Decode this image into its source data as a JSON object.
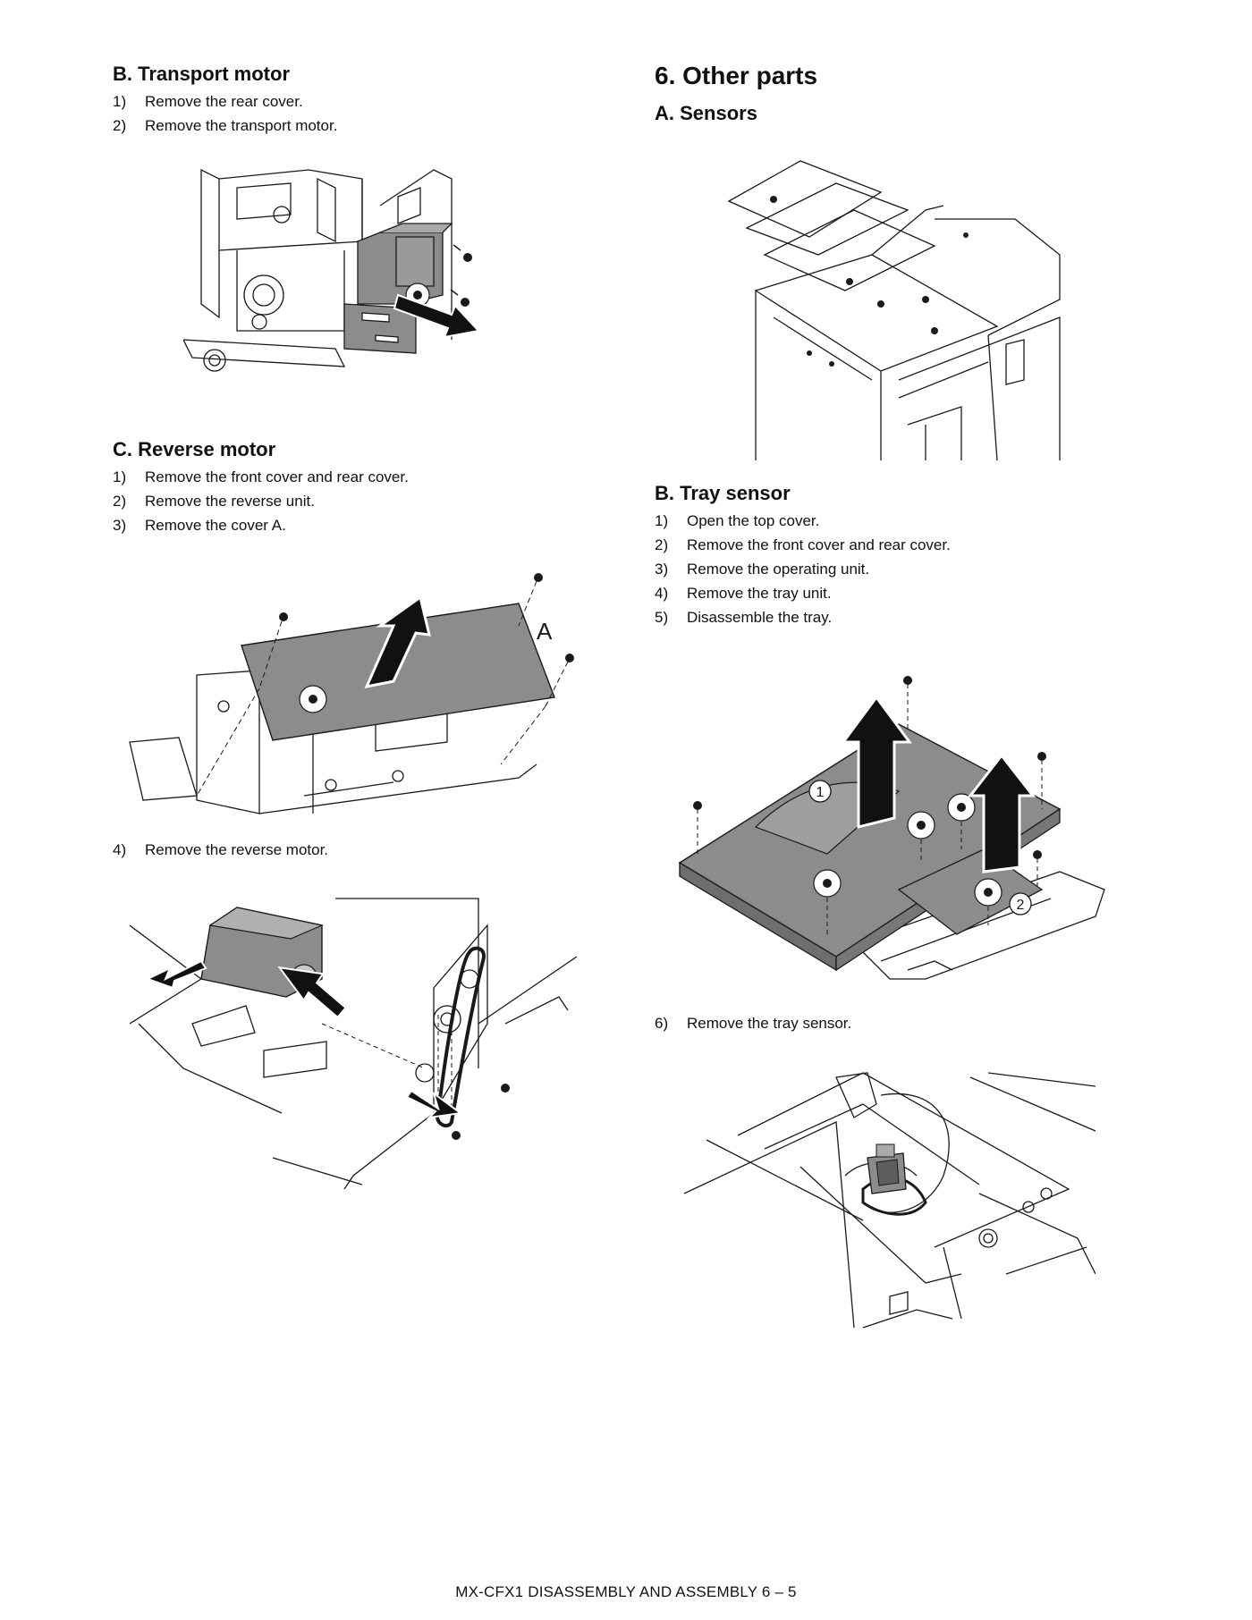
{
  "left": {
    "transport": {
      "heading": "B.  Transport motor",
      "steps": [
        {
          "num": "1)",
          "text": "Remove the rear cover."
        },
        {
          "num": "2)",
          "text": "Remove the transport motor."
        }
      ]
    },
    "reverse": {
      "heading": "C.  Reverse motor",
      "steps": [
        {
          "num": "1)",
          "text": "Remove the front cover and rear cover."
        },
        {
          "num": "2)",
          "text": "Remove the reverse unit."
        },
        {
          "num": "3)",
          "text": "Remove the cover A."
        },
        {
          "num": "4)",
          "text": "Remove the reverse motor."
        }
      ],
      "cover_label": "A"
    }
  },
  "right": {
    "section_title": "6.   Other parts",
    "sensors": {
      "heading": "A.  Sensors"
    },
    "tray": {
      "heading": "B.  Tray sensor",
      "steps": [
        {
          "num": "1)",
          "text": "Open the top cover."
        },
        {
          "num": "2)",
          "text": "Remove the front cover and rear cover."
        },
        {
          "num": "3)",
          "text": "Remove the operating unit."
        },
        {
          "num": "4)",
          "text": "Remove the tray unit."
        },
        {
          "num": "5)",
          "text": "Disassemble the tray."
        },
        {
          "num": "6)",
          "text": "Remove the tray sensor."
        }
      ],
      "callouts": [
        "1",
        "2"
      ]
    }
  },
  "footer": "MX-CFX1  DISASSEMBLY AND ASSEMBLY  6 – 5",
  "colors": {
    "part_fill": "#8c8c8c",
    "line": "#1a1a1a",
    "arrow": "#111111"
  }
}
